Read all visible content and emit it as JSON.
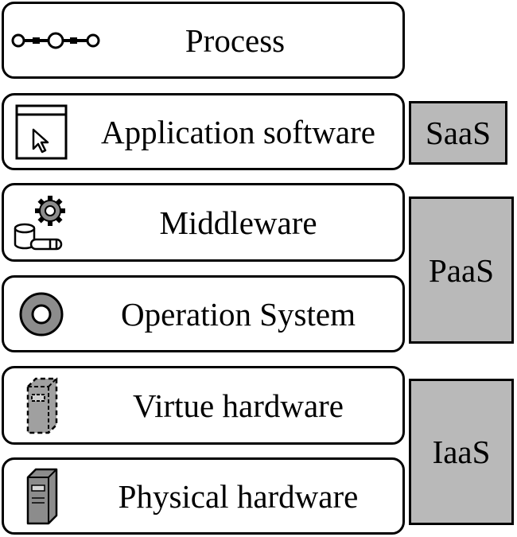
{
  "layers": [
    {
      "id": "process",
      "label": "Process",
      "icon": "process-chain-icon"
    },
    {
      "id": "application",
      "label": "Application software",
      "icon": "application-window-icon"
    },
    {
      "id": "middleware",
      "label": "Middleware",
      "icon": "middleware-gear-database-icon"
    },
    {
      "id": "os",
      "label": "Operation System",
      "icon": "disc-icon"
    },
    {
      "id": "virtual_hardware",
      "label": "Virtue hardware",
      "icon": "virtual-server-icon"
    },
    {
      "id": "physical_hardware",
      "label": "Physical hardware",
      "icon": "physical-server-icon"
    }
  ],
  "service_models": [
    {
      "label": "SaaS"
    },
    {
      "label": "PaaS"
    },
    {
      "label": "IaaS"
    }
  ],
  "colors": {
    "tag_fill": "#b9b9b9",
    "icon_fill": "#8c8c8c",
    "border": "#000000"
  }
}
